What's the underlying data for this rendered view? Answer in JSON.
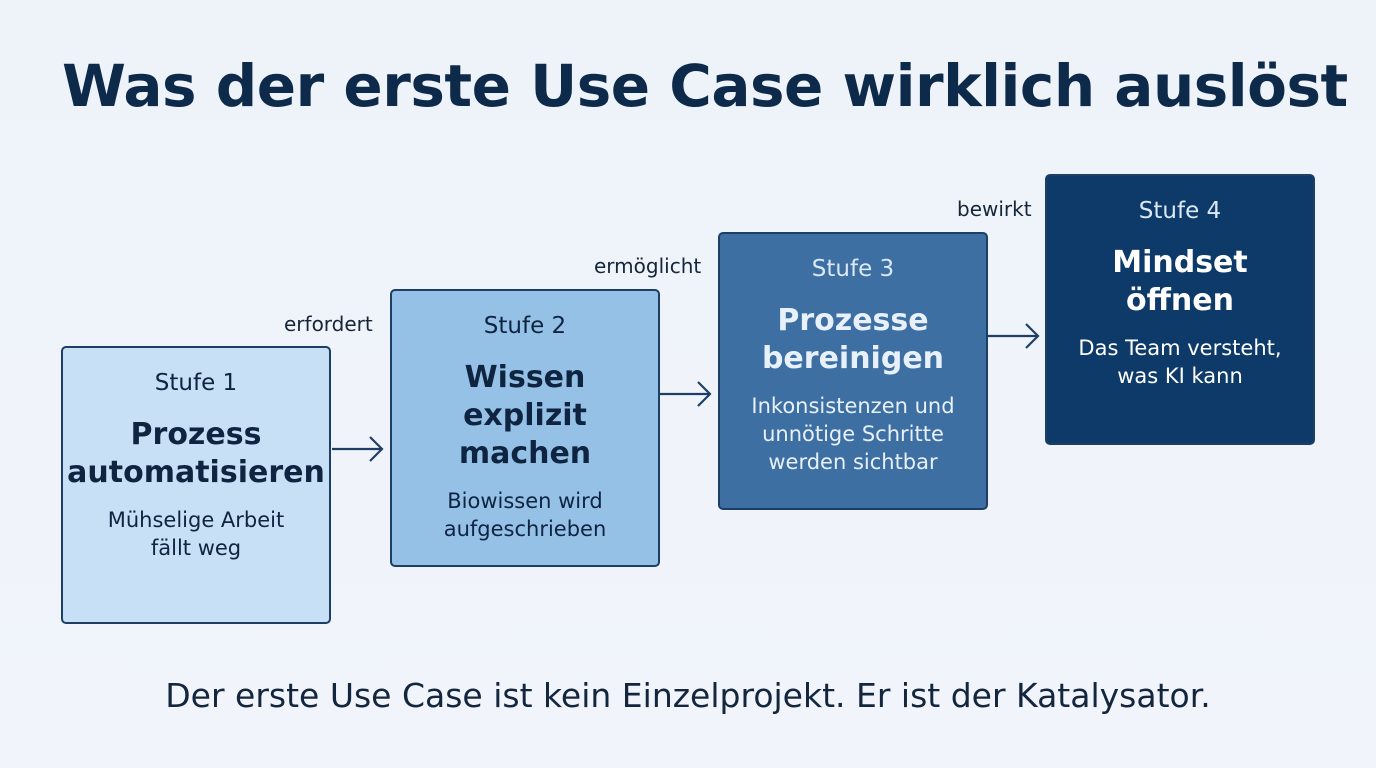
{
  "title": "Was der erste Use Case wirklich auslöst",
  "stages": [
    {
      "label": "Stufe 1",
      "title": "Prozess\nautomatisieren",
      "description": "Mühselige Arbeit\nfällt weg"
    },
    {
      "label": "Stufe 2",
      "title": "Wissen\nexplizit\nmachen",
      "description": "Biowissen wird\naufgeschrieben"
    },
    {
      "label": "Stufe 3",
      "title": "Prozesse\nbereinigen",
      "description": "Inkonsistenzen und\nunnötige Schritte\nwerden sichtbar"
    },
    {
      "label": "Stufe 4",
      "title": "Mindset\nöffnen",
      "description": "Das Team versteht,\nwas KI kann"
    }
  ],
  "connectors": [
    {
      "label": "erfordert"
    },
    {
      "label": "ermöglicht"
    },
    {
      "label": "bewirkt"
    }
  ],
  "footer": "Der erste Use Case ist kein Einzelprojekt. Er ist der Katalysator.",
  "colors": {
    "title": "#0e2a4a",
    "stage_1": "#c7e0f5",
    "stage_2": "#95c1e6",
    "stage_3": "#3d6fa2",
    "stage_4": "#0e3a69",
    "border": "#1d3f66"
  }
}
